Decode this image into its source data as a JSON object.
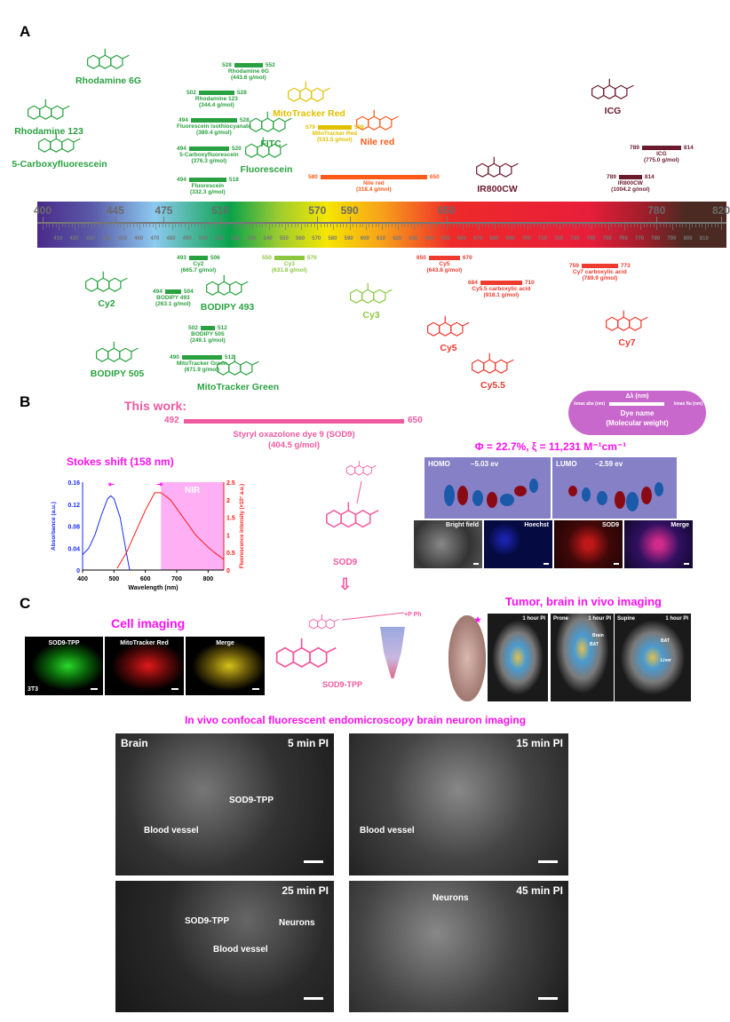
{
  "panels": {
    "a": "A",
    "b": "B",
    "c": "C"
  },
  "dyes_top": [
    {
      "abs": "528",
      "flu": "552",
      "name": "Rhodamine 6G",
      "mw": "(443.6 g/mol)"
    },
    {
      "abs": "502",
      "flu": "528",
      "name": "Rhodamine 123",
      "mw": "(344.4 g/mol)"
    },
    {
      "abs": "494",
      "flu": "528",
      "name": "Fluorescein isothiocyanate",
      "mw": "(389.4 g/mol)"
    },
    {
      "abs": "494",
      "flu": "520",
      "name": "5-Carboxyfluorescein",
      "mw": "(376.3 g/mol)"
    },
    {
      "abs": "494",
      "flu": "518",
      "name": "Fluorescein",
      "mw": "(332.3 g/mol)"
    },
    {
      "abs": "579",
      "flu": "599",
      "name": "MitoTracker Red",
      "mw": "(531.5 g/mol)"
    },
    {
      "abs": "580",
      "flu": "650",
      "name": "Nile red",
      "mw": "(318.4 g/mol)"
    },
    {
      "abs": "789",
      "flu": "814",
      "name": "ICG",
      "mw": "(775.0 g/mol)"
    },
    {
      "abs": "789",
      "flu": "814",
      "name": "IR800CW",
      "mw": "(1004.2 g/mol)"
    }
  ],
  "dyes_bottom": [
    {
      "abs": "493",
      "flu": "506",
      "name": "Cy2",
      "mw": "(665.7 g/mol)"
    },
    {
      "abs": "494",
      "flu": "504",
      "name": "BODIPY 493",
      "mw": "(263.1 g/mol)"
    },
    {
      "abs": "502",
      "flu": "512",
      "name": "BODIPY 505",
      "mw": "(249.1 g/mol)"
    },
    {
      "abs": "490",
      "flu": "512",
      "name": "MitoTracker Green",
      "mw": "(671.9 g/mol)"
    },
    {
      "abs": "550",
      "flu": "570",
      "name": "Cy3",
      "mw": "(631.8 g/mol)"
    },
    {
      "abs": "650",
      "flu": "670",
      "name": "Cy5",
      "mw": "(643.8 g/mol)"
    },
    {
      "abs": "684",
      "flu": "710",
      "name": "Cy5.5 carboxylic acid",
      "mw": "(918.1 g/mol)"
    },
    {
      "abs": "759",
      "flu": "773",
      "name": "Cy7 carboxylic acid",
      "mw": "(789.9 g/mol)"
    }
  ],
  "structures": [
    "Rhodamine 6G",
    "Rhodamine 123",
    "5-Carboxyfluorescein",
    "FITC",
    "Fluorescein",
    "MitoTracker Red",
    "Nile red",
    "IR800CW",
    "ICG",
    "Cy2",
    "BODIPY 493",
    "BODIPY 505",
    "MitoTracker Green",
    "Cy3",
    "Cy5",
    "Cy5.5",
    "Cy7"
  ],
  "spectrum": {
    "major": [
      "400",
      "445",
      "475",
      "510",
      "570",
      "590",
      "650",
      "780",
      "820"
    ],
    "minor_start": 410,
    "minor_end": 810,
    "minor_step": 10
  },
  "this_work": {
    "heading": "This work:",
    "abs": "492",
    "flu": "650",
    "name": "Styryl oxazolone dye 9 (SOD9)",
    "mw": "(404.5 g/mol)"
  },
  "legend": {
    "delta": "Δλ (nm)",
    "abs": "λmax abs (nm)",
    "flu": "λmax flu (nm)",
    "name": "Dye name",
    "mw": "(Molecular weight)"
  },
  "chart_data": {
    "type": "line",
    "title": "Stokes shift (158 nm)",
    "xlabel": "Wavelength (nm)",
    "ylabel": "Absorbance (a.u.)",
    "y2label": "Fluorescence intensity (×10⁷ a.u.)",
    "xlim": [
      400,
      850
    ],
    "ylim": [
      0,
      0.16
    ],
    "y2lim": [
      0,
      2.5
    ],
    "xticks": [
      "400",
      "500",
      "600",
      "700",
      "800"
    ],
    "yticks": [
      "0",
      "0.04",
      "0.08",
      "0.12",
      "0.16"
    ],
    "y2ticks": [
      "0",
      "0.5",
      "1",
      "1.5",
      "2",
      "2.5"
    ],
    "region": {
      "label": "NIR",
      "from": 650,
      "to": 850
    },
    "series": [
      {
        "name": "Absorbance",
        "axis": "left",
        "color": "#1a2aff",
        "x": [
          400,
          420,
          440,
          460,
          480,
          490,
          500,
          520,
          540,
          550
        ],
        "y": [
          0.028,
          0.04,
          0.065,
          0.1,
          0.13,
          0.135,
          0.13,
          0.095,
          0.03,
          0
        ]
      },
      {
        "name": "Fluorescence",
        "axis": "right",
        "color": "#ff1a1a",
        "x": [
          510,
          540,
          570,
          600,
          630,
          650,
          680,
          720,
          760,
          800,
          820,
          850
        ],
        "y": [
          0.05,
          0.5,
          1.1,
          1.7,
          2.2,
          2.2,
          2.0,
          1.5,
          1.0,
          0.65,
          0.5,
          0.3
        ]
      }
    ]
  },
  "sod9": {
    "label": "SOD9",
    "qy": "Φ = 22.7%, ξ = 11,231 M⁻¹cm⁻¹",
    "homo": "HOMO",
    "homo_e": "–5.03 ev",
    "lumo": "LUMO",
    "lumo_e": "–2.59 ev",
    "cells": [
      "Bright field",
      "Hoechst",
      "SOD9",
      "Merge"
    ]
  },
  "cell_imaging": {
    "title": "Cell imaging",
    "panels": [
      "SOD9-TPP",
      "MitoTracker Red",
      "Merge"
    ],
    "cell_line": "3T3"
  },
  "sod9_tpp": {
    "label": "SOD9-TPP"
  },
  "tumor": {
    "title": "Tumor, brain in vivo imaging",
    "panels": [
      {
        "time": "1 hour PI",
        "pose": ""
      },
      {
        "time": "1 hour PI",
        "pose": "Prone",
        "organs": [
          "Brain",
          "BAT"
        ]
      },
      {
        "time": "1 hour PI",
        "pose": "Supine",
        "organs": [
          "BAT",
          "Liver"
        ]
      }
    ]
  },
  "endo": {
    "title": "In vivo confocal fluorescent endomicroscopy brain neuron imaging",
    "panels": [
      {
        "time": "5 min PI",
        "region": "Brain",
        "notes": [
          "SOD9-TPP",
          "Blood vessel"
        ]
      },
      {
        "time": "15 min PI",
        "notes": [
          "Blood vessel"
        ]
      },
      {
        "time": "25 min PI",
        "notes": [
          "SOD9-TPP",
          "Neurons",
          "Blood vessel"
        ]
      },
      {
        "time": "45 min PI",
        "notes": [
          "Neurons"
        ]
      }
    ]
  }
}
